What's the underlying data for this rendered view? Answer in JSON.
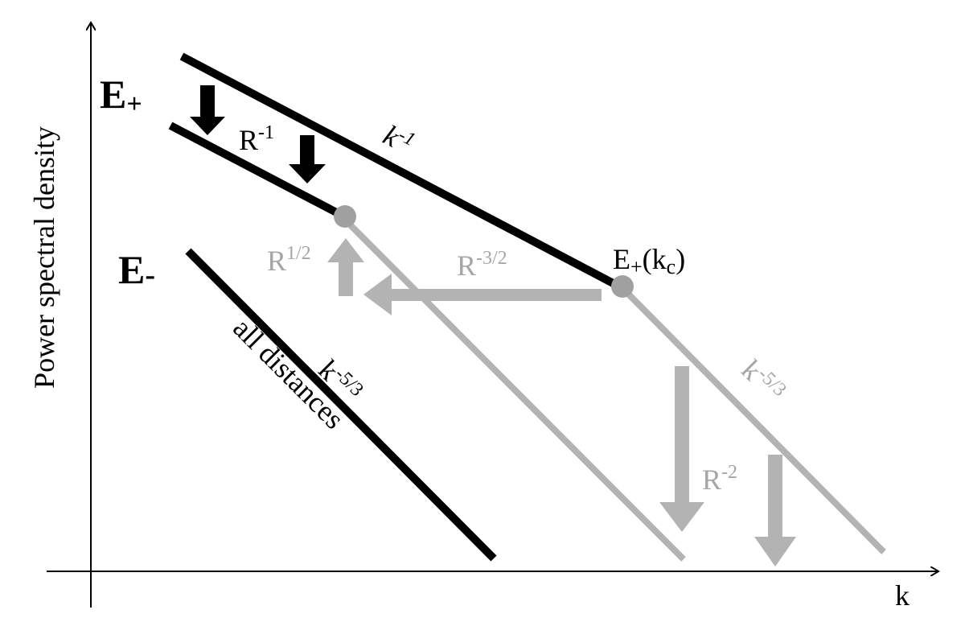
{
  "diagram": {
    "y_axis_label": "Power spectral density",
    "x_axis_label": "k",
    "labels": {
      "e_plus": {
        "base": "E",
        "sub": "+"
      },
      "e_minus": {
        "base": "E",
        "sub": "-"
      },
      "r_minus_1": {
        "base": "R",
        "sup": "-1"
      },
      "k_minus_1": {
        "base": "k",
        "sup": "-1"
      },
      "r_half": {
        "base": "R",
        "sup": "1/2"
      },
      "r_minus_3_2": {
        "base": "R",
        "sup": "-3/2"
      },
      "e_plus_kc": {
        "base": "E",
        "sub": "+",
        "paren_open": "(k",
        "paren_sub": "c",
        "paren_close": ")"
      },
      "k_minus_5_3_black": {
        "base": "k",
        "sup": "-5/3"
      },
      "all_distances": "all distances",
      "k_minus_5_3_gray": {
        "base": "k",
        "sup": "-5/3"
      },
      "r_minus_2": {
        "base": "R",
        "sup": "-2"
      }
    },
    "colors": {
      "black": "#000000",
      "gray": "#b3b3b3",
      "gray_text": "#a6a6a6",
      "node": "#a0a0a0"
    }
  }
}
